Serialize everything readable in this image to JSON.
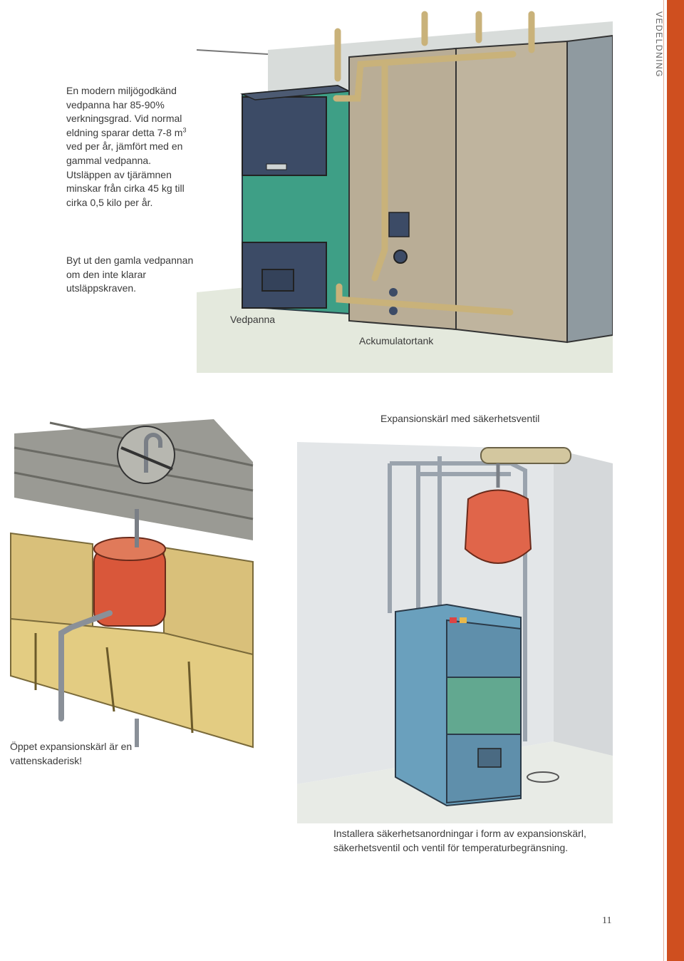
{
  "section_label": "VEDELDNING",
  "page_number": "11",
  "intro": {
    "part1": "En modern miljögodkänd vedpanna har 85-90% verkningsgrad. Vid normal eldning sparar detta 7-8 m",
    "superscript": "3",
    "part2": " ved per år, jämfört med en gammal vedpanna. Utsläppen av tjärämnen minskar från cirka 45 kg till cirka 0,5 kilo per år."
  },
  "advice": "Byt ut den gamla vedpannan om den inte klarar utsläppskraven.",
  "captions": {
    "vedpanna": "Vedpanna",
    "ackumulatortank": "Ackumulatortank",
    "expansion": "Expansionskärl med säkerhetsventil",
    "oppet": "Öppet expansionskärl är en vattenskaderisk!",
    "installera": "Installera säkerhetsanordningar i form av expansionskärl, säkerhetsventil och ventil för temperaturbegränsning."
  },
  "colors": {
    "accent": "#cf4f1f",
    "boiler_dark": "#3c4b66",
    "boiler_green": "#3e9f86",
    "tank": "#b9ad96",
    "pipe": "#c9b27a",
    "expansion_vessel": "#d9573a",
    "insulation": "#d9c07a"
  }
}
